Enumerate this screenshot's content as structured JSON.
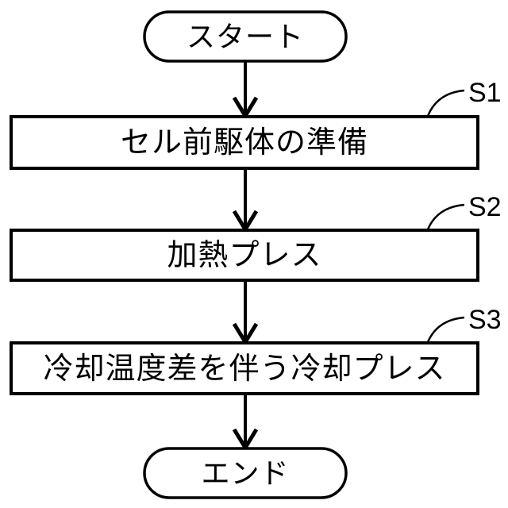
{
  "figure": {
    "background_color": "#ffffff",
    "line_color": "#000000",
    "fill_color": "#ffffff"
  },
  "flowchart": {
    "type": "flowchart",
    "direction": "top-down",
    "start_label": "スタート",
    "end_label": "エンド",
    "steps": [
      {
        "id": "S1",
        "label": "セル前駆体の準備"
      },
      {
        "id": "S2",
        "label": "加熱プレス"
      },
      {
        "id": "S3",
        "label": "冷却温度差を伴う冷却プレス"
      }
    ]
  }
}
